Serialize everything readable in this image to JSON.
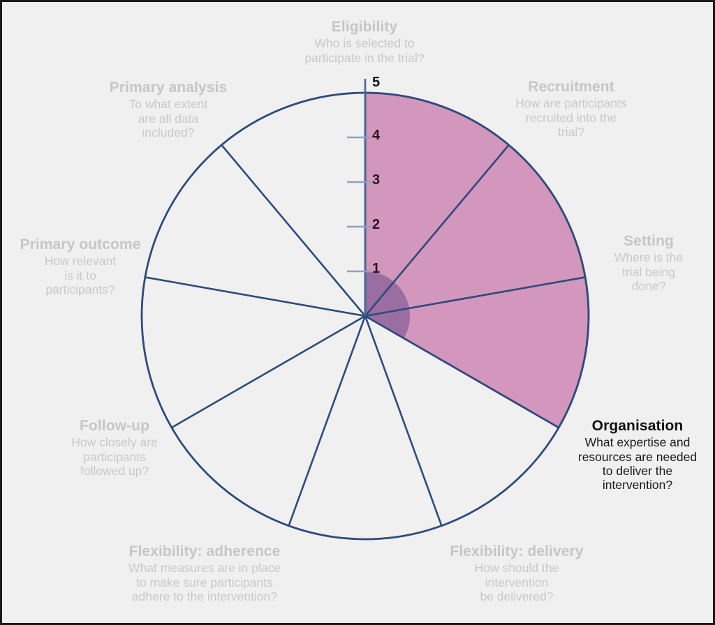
{
  "figure": {
    "type": "precis-2-wheel",
    "background_color": "#f0f0f0",
    "border_color": "#1a1a1a",
    "spoke_color": "#2d4b7c",
    "circle_color": "#2d4b7c",
    "highlight_fill": "#d396bc",
    "highlight_stroke": "#6b2f79",
    "inner_fill": "#8d7fa8",
    "label_color": "#c6c6c6",
    "active_label_color": "#111111"
  },
  "chart_data": {
    "type": "radar",
    "title": "",
    "xlabel": "",
    "ylabel": "",
    "axis_min": 0,
    "axis_max": 5,
    "tick_labels": [
      "1",
      "2",
      "3",
      "4",
      "5"
    ],
    "tick_values": [
      1,
      2,
      3,
      4,
      5
    ],
    "grid": false,
    "legend": "none",
    "sector_count": 9,
    "sector_span_degrees": 40,
    "highlighted_sectors": [
      "Recruitment",
      "Setting",
      "Organisation"
    ],
    "highlight_outer_value": 5,
    "highlight_inner_value": 1,
    "categories": [
      {
        "name": "Eligibility",
        "question": "Who is selected to\nparticipate in the trial?",
        "angle_deg": -20,
        "highlighted": false,
        "active": false
      },
      {
        "name": "Recruitment",
        "question": "How are participants\nrecruited into the\ntrial?",
        "angle_deg": 20,
        "highlighted": true,
        "active": false
      },
      {
        "name": "Setting",
        "question": "Where is the\ntrial being\ndone?",
        "angle_deg": 60,
        "highlighted": true,
        "active": false
      },
      {
        "name": "Organisation",
        "question": "What expertise and\nresources are needed\nto deliver the\nintervention?",
        "angle_deg": 100,
        "highlighted": true,
        "active": true
      },
      {
        "name": "Flexibility: delivery",
        "question": "How should the\nintervention\nbe delivered?",
        "angle_deg": 140,
        "highlighted": false,
        "active": false
      },
      {
        "name": "Flexibility: adherence",
        "question": "What measures are in place\nto make sure participants\nadhere to the intervention?",
        "angle_deg": 180,
        "highlighted": false,
        "active": false
      },
      {
        "name": "Follow-up",
        "question": "How closely are\nparticipants\nfollowed up?",
        "angle_deg": 220,
        "highlighted": false,
        "active": false
      },
      {
        "name": "Primary outcome",
        "question": "How relevant\nis it to\nparticipants?",
        "angle_deg": 260,
        "highlighted": false,
        "active": false
      },
      {
        "name": "Primary analysis",
        "question": "To what extent\nare all data\nincluded?",
        "angle_deg": 300,
        "highlighted": false,
        "active": false
      }
    ]
  },
  "labels": {
    "eligibility": {
      "title": "Eligibility",
      "desc": "Who is selected to\nparticipate in the trial?"
    },
    "recruitment": {
      "title": "Recruitment",
      "desc": "How are participants\nrecruited into the\ntrial?"
    },
    "setting": {
      "title": "Setting",
      "desc": "Where is the\ntrial being\ndone?"
    },
    "organisation": {
      "title": "Organisation",
      "desc": "What expertise and\nresources are needed\nto deliver the\nintervention?"
    },
    "flexibility_delivery": {
      "title": "Flexibility: delivery",
      "desc": "How should the\nintervention\nbe delivered?"
    },
    "flexibility_adherence": {
      "title": "Flexibility: adherence",
      "desc": "What measures are in place\nto make sure participants\nadhere to the intervention?"
    },
    "follow_up": {
      "title": "Follow-up",
      "desc": "How closely are\nparticipants\nfollowed up?"
    },
    "primary_outcome": {
      "title": "Primary outcome",
      "desc": "How relevant\nis it to\nparticipants?"
    },
    "primary_analysis": {
      "title": "Primary analysis",
      "desc": "To what extent\nare all data\nincluded?"
    }
  },
  "ticks": {
    "t1": "1",
    "t2": "2",
    "t3": "3",
    "t4": "4",
    "t5": "5"
  }
}
